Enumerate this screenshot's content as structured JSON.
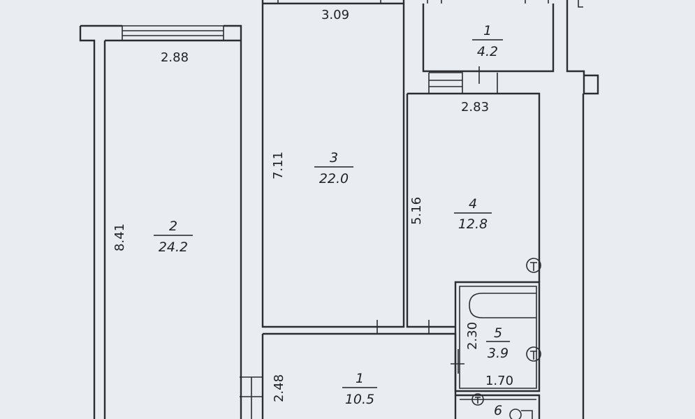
{
  "plan": {
    "rooms": [
      {
        "number": "1",
        "area": "10.5"
      },
      {
        "number": "2",
        "area": "24.2"
      },
      {
        "number": "3",
        "area": "22.0"
      },
      {
        "number": "4",
        "area": "12.8"
      },
      {
        "number": "5",
        "area": "3.9"
      },
      {
        "number": "6",
        "area": ""
      },
      {
        "number": "1",
        "area": "4.2"
      }
    ],
    "dimensions": {
      "room2_width": "2.88",
      "room2_length": "8.41",
      "room3_width": "3.09",
      "room3_length": "7.11",
      "room4_width": "2.83",
      "room4_length": "5.16",
      "room5_height": "2.30",
      "room5_width": "1.70",
      "room1_height": "2.48"
    },
    "colors": {
      "paper": "#e9edf1",
      "ink": "#2b2d30"
    }
  }
}
